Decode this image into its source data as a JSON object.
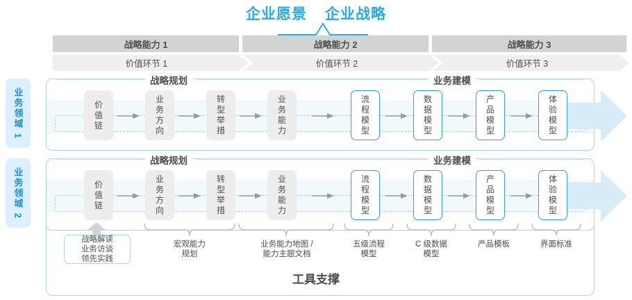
{
  "title": {
    "vision": "企业愿景",
    "strategy": "企业战略"
  },
  "capabilities": [
    {
      "label": "战略能力 1"
    },
    {
      "label": "战略能力 2"
    },
    {
      "label": "战略能力 3"
    }
  ],
  "value_chain": [
    {
      "label": "价值环节 1"
    },
    {
      "label": "价值环节 2"
    },
    {
      "label": "价值环节 3"
    }
  ],
  "domains": [
    {
      "label": "业务领域 1"
    },
    {
      "label": "业务领域 2"
    }
  ],
  "sections": {
    "left": "战略规划",
    "right": "业务建模"
  },
  "nodes": {
    "left": [
      "价\n值\n链",
      "业\n务\n方\n向",
      "转\n型\n举\n措",
      "业\n务\n能\n力"
    ],
    "right": [
      "流\n程\n模\n型",
      "数\n据\n模\n型",
      "产\n品\n模\n型",
      "体\n验\n模\n型"
    ]
  },
  "tools": {
    "boxed": "战略解读\n业务访谈\n领先实践",
    "labels": [
      "宏观能力\n规划",
      "业务能力地图 /\n能力主题文档",
      "五级流程\n模型",
      "C 级数据\n模型",
      "产品模板",
      "界面标准"
    ]
  },
  "footer": {
    "label": "工具支撑"
  },
  "colors": {
    "accent_blue": "#29abe2",
    "node_blue_border": "#2f9fd8",
    "cap_bar_gray": "#d2d4d4",
    "value_chain_gray": "#efeff0",
    "node_gray": "#ededed",
    "domain_tag_bg": "#ddeffc",
    "band_blue": "#f2f9fd",
    "container_border": "#a9d5ef",
    "text_dark": "#4d4d4d"
  }
}
